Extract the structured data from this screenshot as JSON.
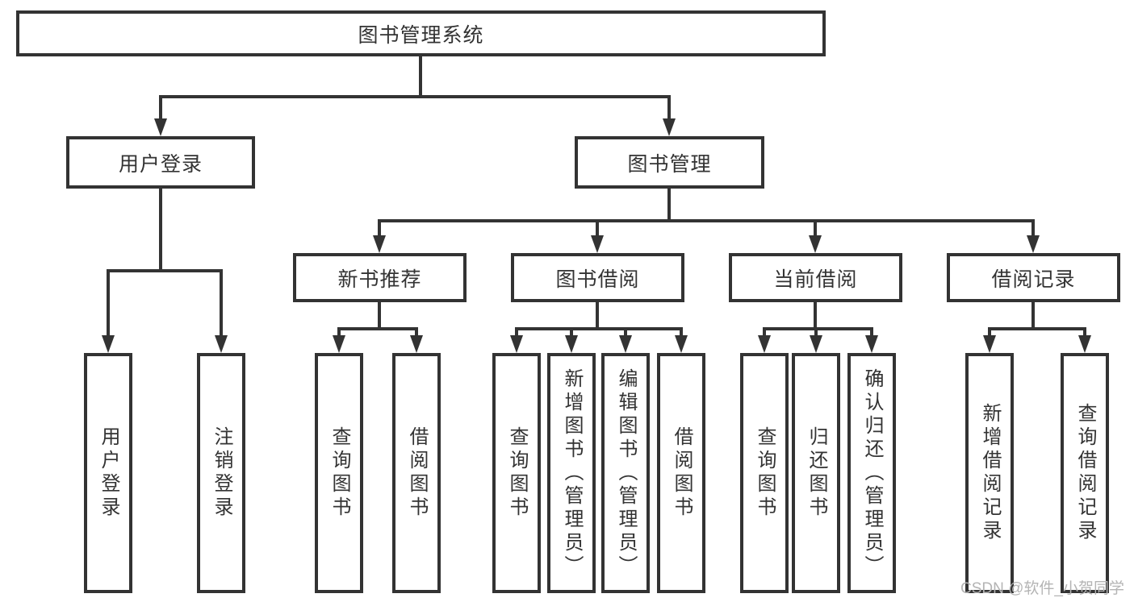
{
  "root": {
    "label": "图书管理系统"
  },
  "level2": [
    {
      "label": "用户登录"
    },
    {
      "label": "图书管理"
    }
  ],
  "level3": [
    {
      "label": "新书推荐"
    },
    {
      "label": "图书借阅"
    },
    {
      "label": "当前借阅"
    },
    {
      "label": "借阅记录"
    }
  ],
  "leaves": [
    {
      "label": "用户登录"
    },
    {
      "label": "注销登录"
    },
    {
      "label": "查询图书"
    },
    {
      "label": "借阅图书"
    },
    {
      "label": "查询图书"
    },
    {
      "label": "新增图书（管理员）"
    },
    {
      "label": "编辑图书（管理员）"
    },
    {
      "label": "借阅图书"
    },
    {
      "label": "查询图书"
    },
    {
      "label": "归还图书"
    },
    {
      "label": "确认归还（管理员）"
    },
    {
      "label": "新增借阅记录"
    },
    {
      "label": "查询借阅记录"
    }
  ],
  "watermark": {
    "text": "CSDN @软件_小贺同学"
  },
  "style": {
    "line_color": "#333333",
    "text_color": "#333333",
    "watermark_color": "#b4b4b4",
    "background": "#ffffff"
  }
}
